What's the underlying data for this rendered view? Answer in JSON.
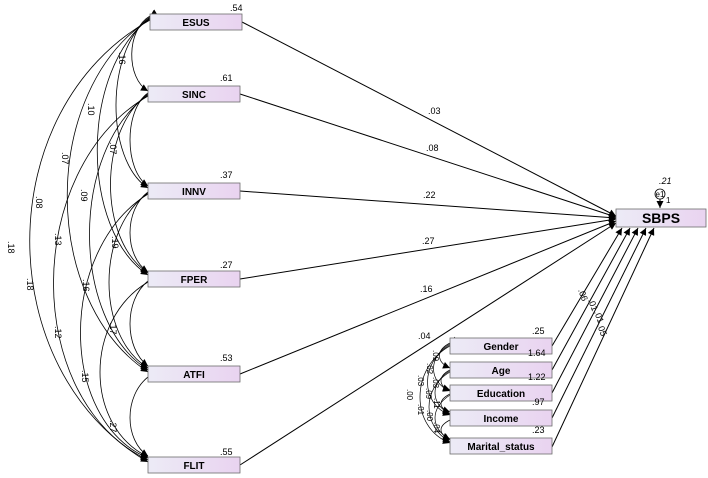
{
  "exogenous": [
    {
      "id": "esus",
      "label": "ESUS",
      "variance": ".54",
      "path": ".03"
    },
    {
      "id": "sinc",
      "label": "SINC",
      "variance": ".61",
      "path": ".08"
    },
    {
      "id": "innv",
      "label": "INNV",
      "variance": ".37",
      "path": ".22"
    },
    {
      "id": "fper",
      "label": "FPER",
      "variance": ".27",
      "path": ".27"
    },
    {
      "id": "atfi",
      "label": "ATFI",
      "variance": ".53",
      "path": ".16"
    },
    {
      "id": "flit",
      "label": "FLIT",
      "variance": ".55",
      "path": ".04"
    }
  ],
  "outcome": {
    "label": "SBPS",
    "r2": ".21",
    "error_label": "e1",
    "error_weight": "1"
  },
  "controls": [
    {
      "id": "gender",
      "label": "Gender",
      "variance": ".25",
      "path": ".06"
    },
    {
      "id": "age",
      "label": "Age",
      "variance": "1.64",
      "path": ".01"
    },
    {
      "id": "education",
      "label": "Education",
      "variance": "1.22",
      "path": ".01"
    },
    {
      "id": "income",
      "label": "Income",
      "variance": ".97",
      "path": ".05"
    },
    {
      "id": "marital",
      "label": "Marital_status",
      "variance": ".23",
      "path": ""
    }
  ],
  "correlations": [
    ".16",
    ".10",
    ".07",
    ".07",
    ".08",
    ".09",
    ".13",
    ".19",
    ".18",
    ".18",
    ".16",
    ".17",
    ".12",
    ".15",
    ".27"
  ],
  "control_correlations": [
    ".09",
    ".02",
    ".03",
    ".00",
    ".03",
    ".09",
    ".11",
    ".01",
    ".00",
    ".04"
  ]
}
